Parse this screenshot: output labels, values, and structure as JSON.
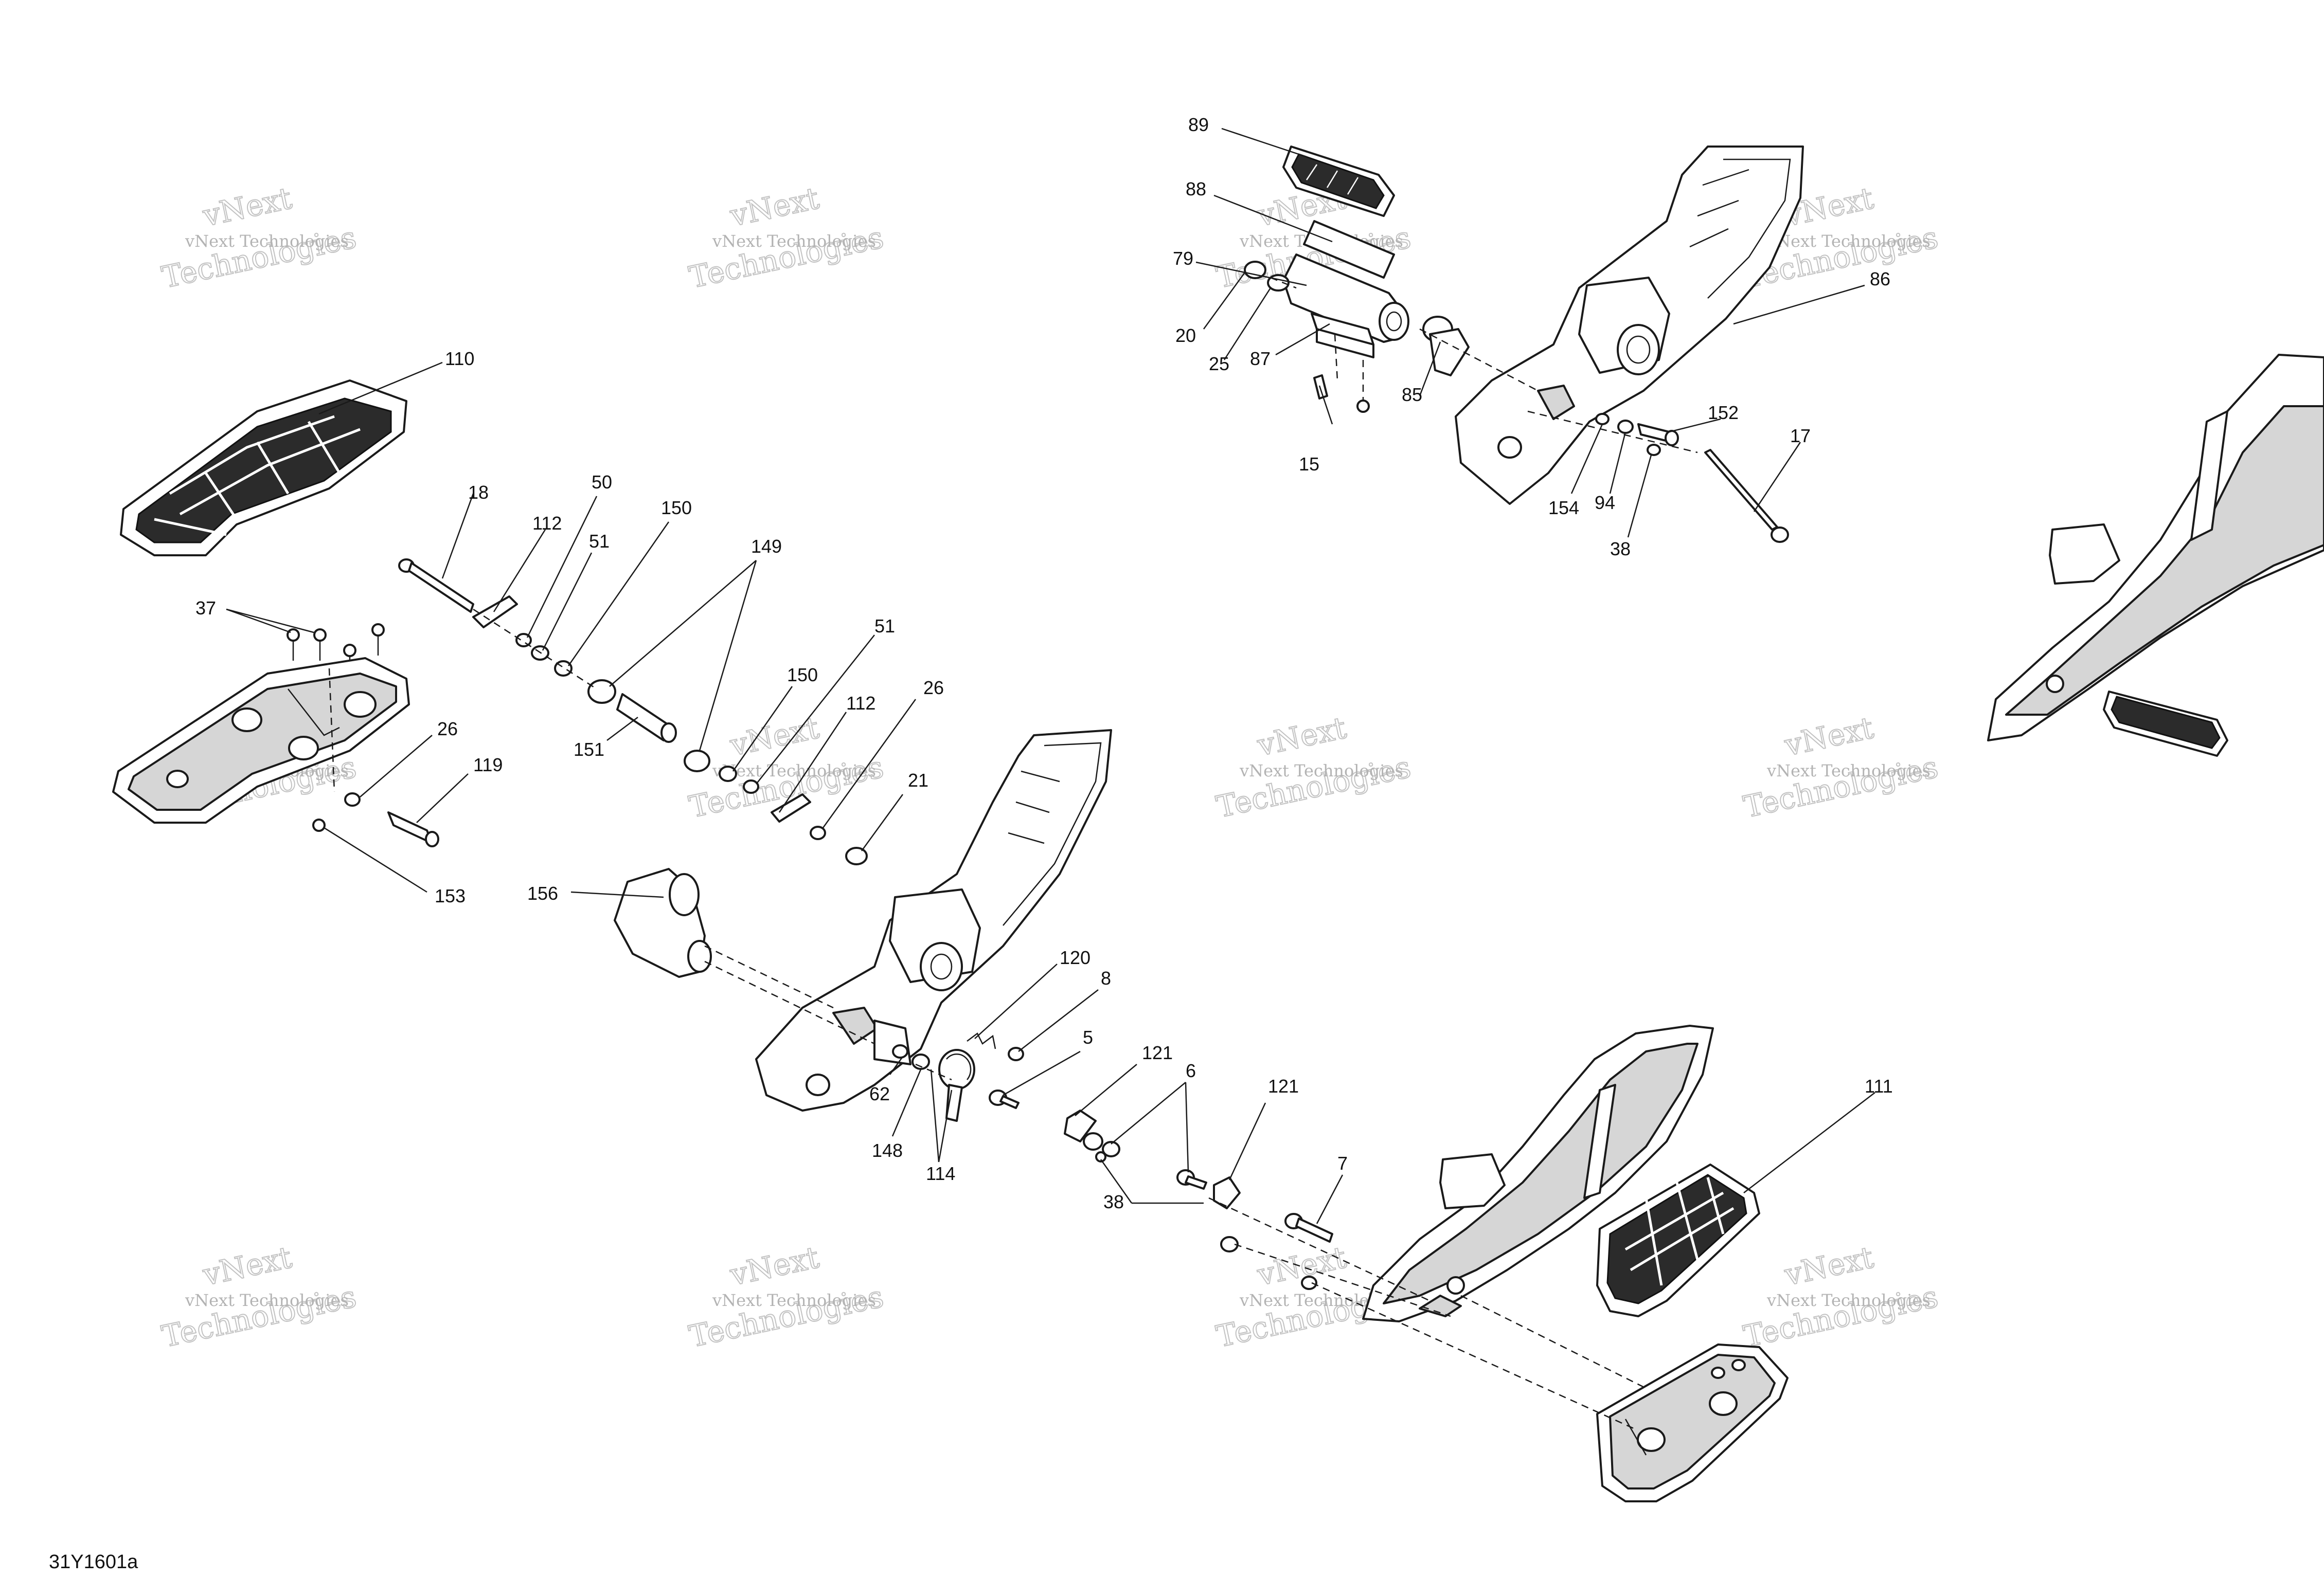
{
  "figure_code": "31Y1601a",
  "watermark": {
    "line1": "vNext",
    "line2": "vNext Technologies",
    "line3": "Technologies"
  },
  "callouts": {
    "c89": "89",
    "c88": "88",
    "c79": "79",
    "c20": "20",
    "c25": "25",
    "c87": "87",
    "c15": "15",
    "c85": "85",
    "c86": "86",
    "c152": "152",
    "c17": "17",
    "c154": "154",
    "c94": "94",
    "c38a": "38",
    "c110": "110",
    "c18": "18",
    "c112a": "112",
    "c50": "50",
    "c51a": "51",
    "c150a": "150",
    "c149": "149",
    "c37": "37",
    "c26a": "26",
    "c119": "119",
    "c153": "153",
    "c151": "151",
    "c51b": "51",
    "c150b": "150",
    "c112b": "112",
    "c26b": "26",
    "c21": "21",
    "c156": "156",
    "c120": "120",
    "c8": "8",
    "c5": "5",
    "c62": "62",
    "c148": "148",
    "c114": "114",
    "c121a": "121",
    "c6": "6",
    "c121b": "121",
    "c38b": "38",
    "c7": "7",
    "c111": "111"
  }
}
